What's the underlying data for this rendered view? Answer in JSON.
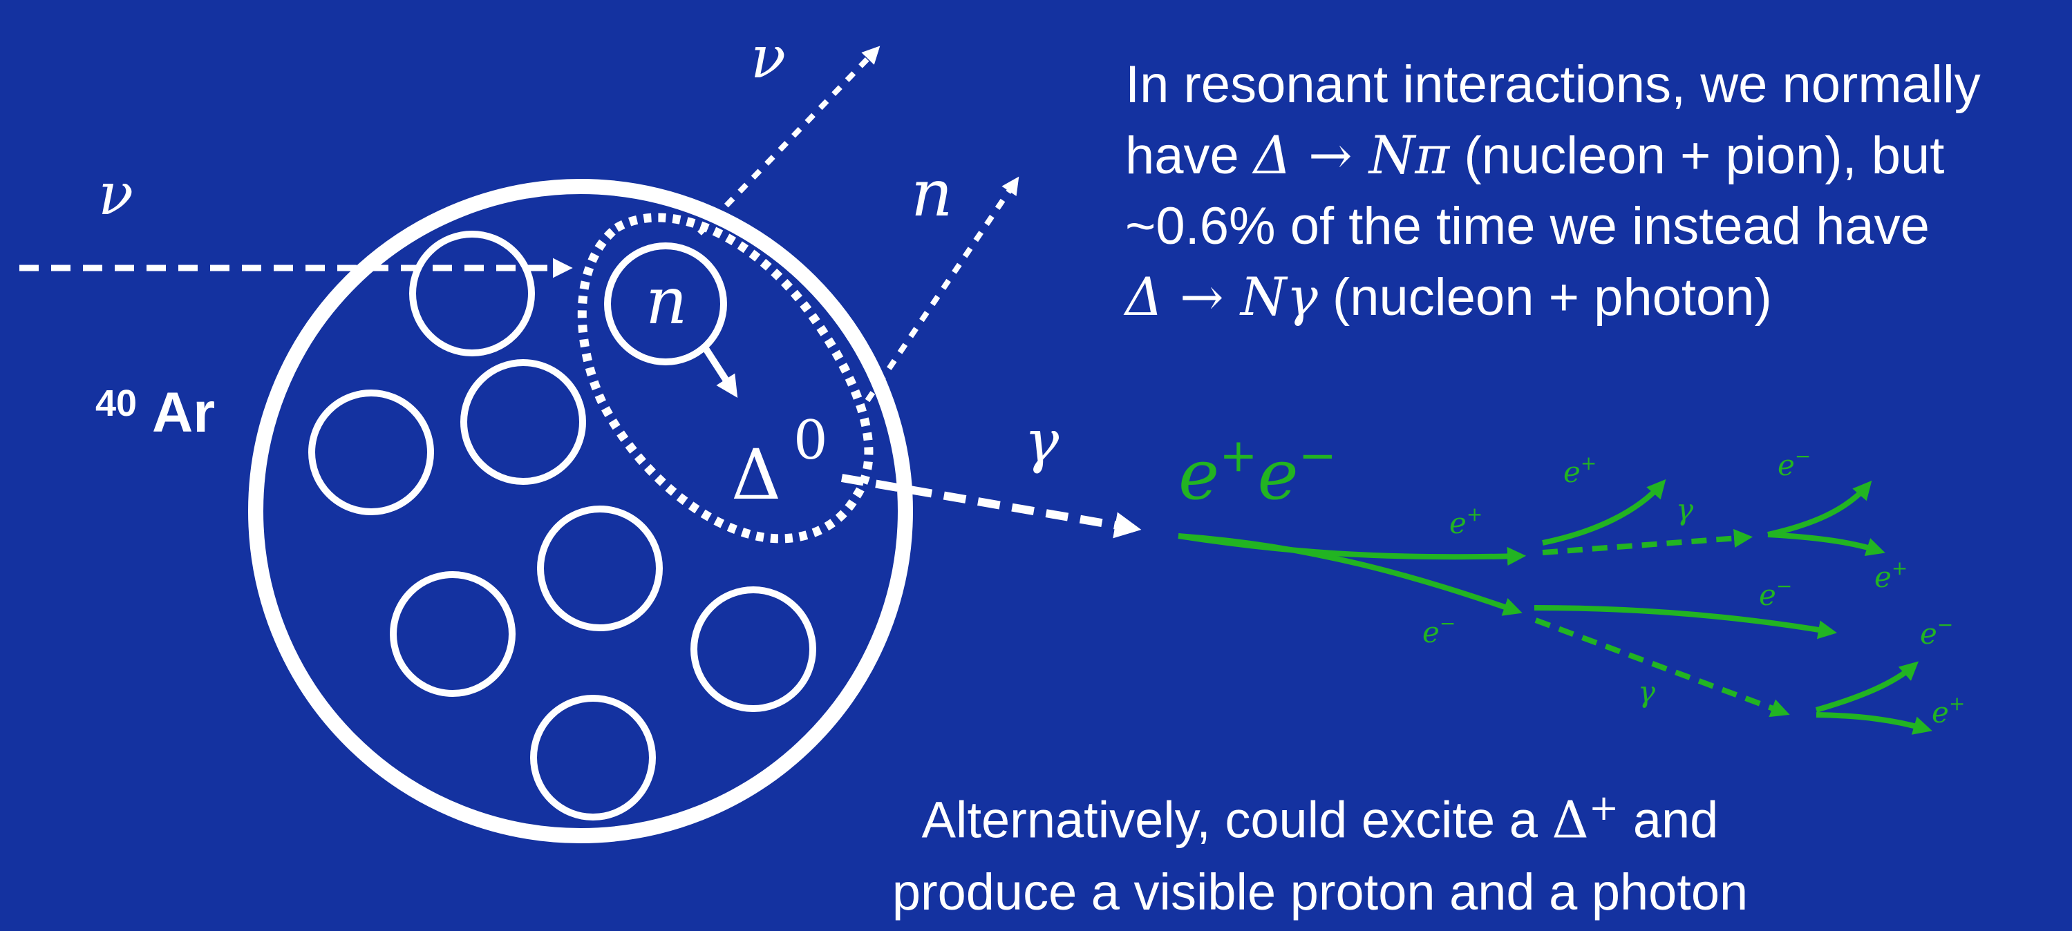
{
  "labels": {
    "nu_in": "ν",
    "nu_out": "ν",
    "n_inside": "n",
    "n_out": "n",
    "delta_symbol": "Δ",
    "delta_charge": "0",
    "gamma": "γ",
    "argon_mass": "40",
    "argon_symbol": "Ar",
    "ee_pair": {
      "e1": "e",
      "s1": "+",
      "e2": "e",
      "s2": "−"
    }
  },
  "shower_labels": [
    {
      "base": "e",
      "sup": "+"
    },
    {
      "base": "e",
      "sup": "+"
    },
    {
      "base": "γ",
      "sup": ""
    },
    {
      "base": "e",
      "sup": "−"
    },
    {
      "base": "e",
      "sup": "+"
    },
    {
      "base": "e",
      "sup": "−"
    },
    {
      "base": "e",
      "sup": "−"
    },
    {
      "base": "e",
      "sup": "−"
    },
    {
      "base": "γ",
      "sup": ""
    },
    {
      "base": "e",
      "sup": "+"
    }
  ],
  "text_top": {
    "line1": "In resonant interactions, we normally",
    "line2_pre": "have ",
    "line2_math": "Δ → Nπ",
    "line2_post": " (nucleon + pion), but",
    "line3": "~0.6% of the time we instead have",
    "line4_math": "Δ → Nγ",
    "line4_post": " (nucleon + photon)"
  },
  "text_bottom": {
    "line1_pre": "Alternatively, could excite a ",
    "line1_math": "Δ",
    "line1_sup": "+",
    "line1_post": " and",
    "line2": "produce a visible proton and a photon"
  },
  "colors": {
    "background": "#1432a0",
    "foreground": "#ffffff",
    "shower": "#22b422"
  }
}
